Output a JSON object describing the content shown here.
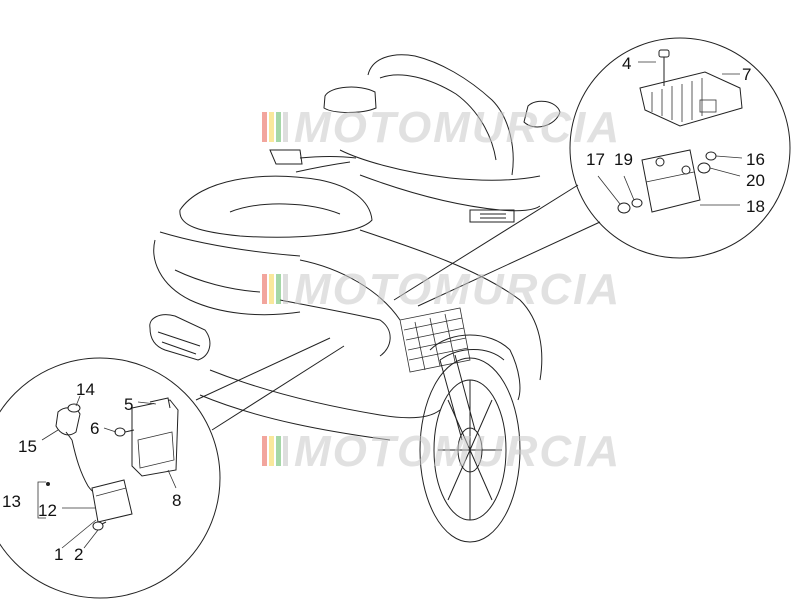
{
  "watermark": {
    "text": "MOTOMURCIA",
    "stripe_colors": [
      "#e54b3c",
      "#f3d23a",
      "#4caf50",
      "#bdbdbd"
    ]
  },
  "callouts": {
    "n1": "1",
    "n2": "2",
    "n4": "4",
    "n5": "5",
    "n6": "6",
    "n7": "7",
    "n8": "8",
    "n12": "12",
    "n13": "13",
    "n14": "14",
    "n15": "15",
    "n16": "16",
    "n17": "17",
    "n18": "18",
    "n19": "19",
    "n20": "20"
  }
}
